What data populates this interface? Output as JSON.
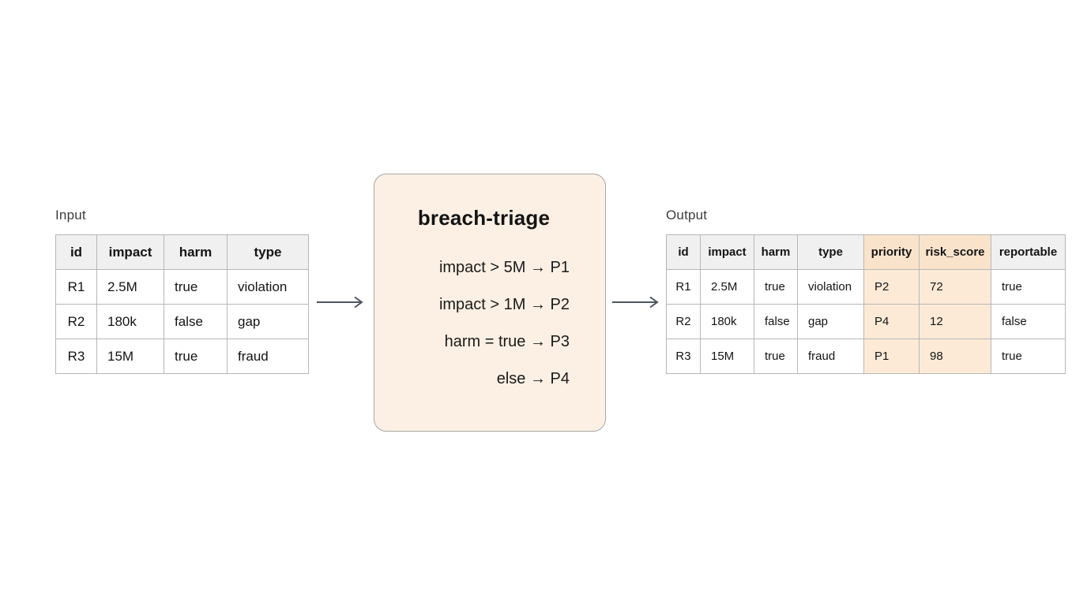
{
  "labels": {
    "input": "Input",
    "output": "Output"
  },
  "input_table": {
    "headers": [
      "id",
      "impact",
      "harm",
      "type"
    ],
    "rows": [
      [
        "R1",
        "2.5M",
        "true",
        "violation"
      ],
      [
        "R2",
        "180k",
        "false",
        "gap"
      ],
      [
        "R3",
        "15M",
        "true",
        "fraud"
      ]
    ]
  },
  "transform_box": {
    "title": "breach-triage",
    "rules": [
      "impact > 5M → P1",
      "impact > 1M → P2",
      "harm = true → P3",
      "else → P4"
    ]
  },
  "output_table": {
    "headers": [
      "id",
      "impact",
      "harm",
      "type",
      "priority",
      "risk_score",
      "reportable"
    ],
    "highlighted_columns": [
      "priority",
      "risk_score"
    ],
    "rows": [
      [
        "R1",
        "2.5M",
        "true",
        "violation",
        "P2",
        "72",
        "true"
      ],
      [
        "R2",
        "180k",
        "false",
        "gap",
        "P4",
        "12",
        "false"
      ],
      [
        "R3",
        "15M",
        "true",
        "fraud",
        "P1",
        "98",
        "true"
      ]
    ]
  },
  "colors": {
    "background": "#ffffff",
    "table_header_bg": "#f0f0f1",
    "table_border": "#b7b7b7",
    "highlight_header_bg": "#fae3cb",
    "highlight_cell_bg": "#fcead7",
    "box_bg": "#fcf0e4",
    "box_border": "#a6a6a6",
    "arrow": "#4d5661",
    "text": "#141414"
  }
}
